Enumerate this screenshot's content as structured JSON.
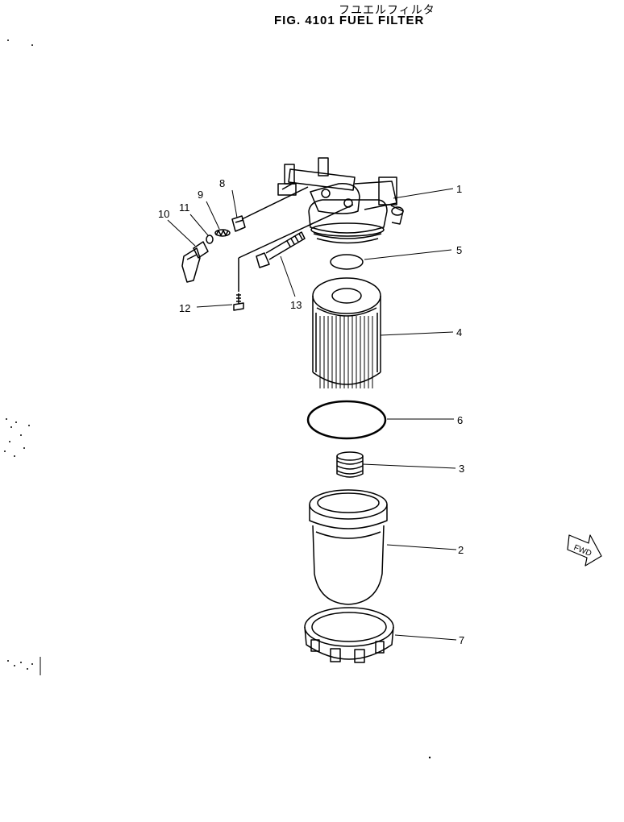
{
  "title_jp": "フユエルフィルタ",
  "title_en": "FIG. 4101 FUEL FILTER",
  "fwd_label": "FWD",
  "callouts": {
    "c1": "1",
    "c2": "2",
    "c3": "3",
    "c4": "4",
    "c5": "5",
    "c6": "6",
    "c7": "7",
    "c8": "8",
    "c9": "9",
    "c10": "10",
    "c11": "11",
    "c12": "12",
    "c13": "13"
  }
}
